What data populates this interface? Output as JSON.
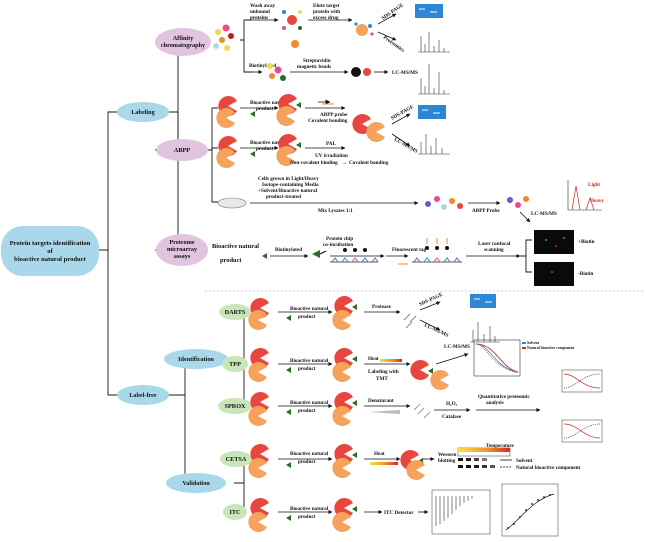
{
  "root": {
    "line1": "Protein targets identification",
    "line2": "of",
    "line3": "bioactive natural product"
  },
  "nodes": {
    "labeling": "Labeling",
    "label_free": "Label-free",
    "affinity_l1": "Affinity",
    "affinity_l2": "chromatography",
    "abpp": "ABPP",
    "proteome_l1": "Proteome",
    "proteome_l2": "microarray",
    "proteome_l3": "assays",
    "identification": "Identification",
    "validation": "Validation",
    "darts": "DARTS",
    "tpp": "TPP",
    "sprox": "SPROX",
    "cetsa": "CETSA",
    "itc": "ITC"
  },
  "affinity": {
    "wash1": "Wash away",
    "wash2": "unbound",
    "wash3": "proteins",
    "elute1": "Elute target",
    "elute2": "protein with",
    "elute3": "excess drug",
    "sds": "SDS-PAGE",
    "proteomics": "Proteomics",
    "biotinylated": "Biotinylated",
    "strep1": "Streptavidin",
    "strep2": "magnetic beads",
    "lcms": "LC-MS/MS"
  },
  "abpp": {
    "bnp1a": "Bioactive natural",
    "bnp1b": "product",
    "probe": "ABPP probe",
    "covalent": "Covalent bonding",
    "sds": "SDS-PAGE",
    "lcms": "LC-MS/MS",
    "bnp2a": "Bioactive natural",
    "bnp2b": "product",
    "pal": "PAL",
    "uv": "UV irradiation",
    "noncov": "Non-covalent binding",
    "arrow_sym": "→",
    "cov2": "Covalent bonding",
    "silac1": "Cells grown in Light/Heavy",
    "silac2": "Isotope-containing Media",
    "silac3": "+Solvent/Bioactive natural",
    "silac4": "product-treated",
    "mix": "Mix Lysates 1:1",
    "probe2": "ABPP Probe",
    "lcms2": "LC-MS/MS",
    "light": "Light",
    "heavy": "Heavy"
  },
  "proteome": {
    "bnp_a": "Bioactive natural",
    "bnp_b": "product",
    "biotinylated": "Biotinylated",
    "chip1": "Protein chip",
    "chip2": "co-incubation",
    "fluor": "Fluorescent tag",
    "laser1": "Laser confocal",
    "laser2": "scanning",
    "plus_biotin": "+Biotin",
    "minus_biotin": "-Biotin"
  },
  "darts": {
    "bnp_a": "Bioactive natural",
    "bnp_b": "product",
    "protease": "Protease",
    "sds": "SDS-PAGE",
    "lcms": "LC-MS/MS"
  },
  "tpp": {
    "bnp_a": "Bioactive natural",
    "bnp_b": "product",
    "heat": "Heat",
    "label1": "Labeling with",
    "label2": "TMT",
    "lcms": "LC-MS/MS",
    "solvent": "Solvent",
    "nbc": "Natural bioactive component"
  },
  "sprox": {
    "bnp_a": "Bioactive natural",
    "bnp_b": "product",
    "denaturant": "Denaturant",
    "h2o2": "H₂O₂",
    "catalase": "Catalase",
    "quant1": "Quantitative proteomic",
    "quant2": "analysis"
  },
  "cetsa": {
    "bnp_a": "Bioactive natural",
    "bnp_b": "product",
    "heat": "Heat",
    "western1": "Western",
    "western2": "blotting",
    "temperature": "Temperature",
    "solvent": "Solvent",
    "nbc": "Natural bioactive component"
  },
  "itc": {
    "bnp_a": "Bioactive natural",
    "bnp_b": "product",
    "detector": "ITC Detector"
  },
  "colors": {
    "ellipse_blue": "#a8d8ea",
    "ellipse_pink": "#e0c4e0",
    "ellipse_green": "#c8e6b8",
    "protein_red": "#e8473f",
    "protein_orange": "#f5a35c",
    "ligand_green": "#2f6b2a",
    "gel_blue": "#2e86d6"
  }
}
